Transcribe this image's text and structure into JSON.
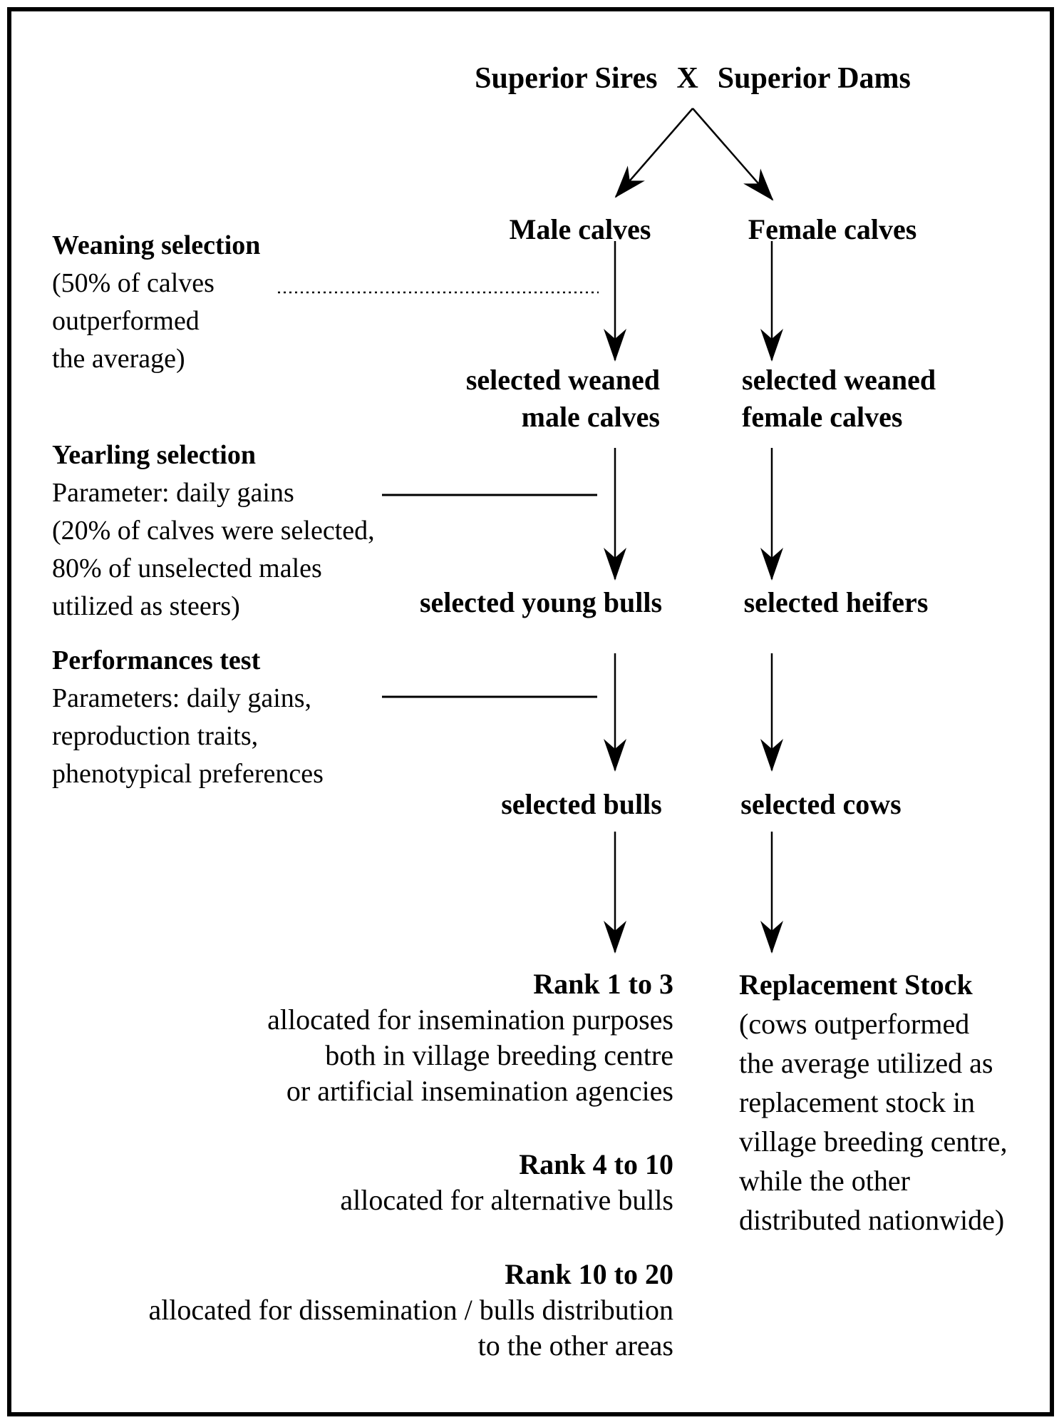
{
  "page": {
    "background": "#ffffff",
    "ink": "#000000"
  },
  "header": {
    "sires": "Superior Sires",
    "cross": "X",
    "dams": "Superior Dams"
  },
  "columns": {
    "male": {
      "calves": "Male calves",
      "weaned_line1": "selected weaned",
      "weaned_line2": "male calves",
      "yearling": "selected young bulls",
      "final": "selected bulls"
    },
    "female": {
      "calves": "Female calves",
      "weaned_line1": "selected weaned",
      "weaned_line2": "female calves",
      "yearling": "selected heifers",
      "final": "selected cows"
    }
  },
  "stages": [
    {
      "title": "Weaning selection",
      "lines": [
        "(50% of calves",
        "outperformed",
        "the average)"
      ]
    },
    {
      "title": "Yearling selection",
      "lines": [
        "Parameter: daily gains",
        "(20% of calves were selected,",
        "80% of unselected males",
        "utilized as steers)"
      ]
    },
    {
      "title": "Performances test",
      "lines": [
        "Parameters: daily gains,",
        "reproduction traits,",
        "phenotypical preferences"
      ]
    }
  ],
  "outcomes": {
    "male": [
      {
        "title": "Rank 1 to 3",
        "lines": [
          "allocated for insemination purposes",
          "both in village breeding centre",
          "or artificial insemination agencies"
        ]
      },
      {
        "title": "Rank 4 to 10",
        "lines": [
          "allocated for alternative bulls"
        ]
      },
      {
        "title": "Rank 10 to 20",
        "lines": [
          "allocated for dissemination / bulls distribution",
          "to the other areas"
        ]
      }
    ],
    "female": {
      "title": "Replacement Stock",
      "lines": [
        "(cows outperformed",
        "the average utilized as",
        "replacement stock in",
        "village breeding centre,",
        "while the other",
        "distributed nationwide)"
      ]
    }
  }
}
